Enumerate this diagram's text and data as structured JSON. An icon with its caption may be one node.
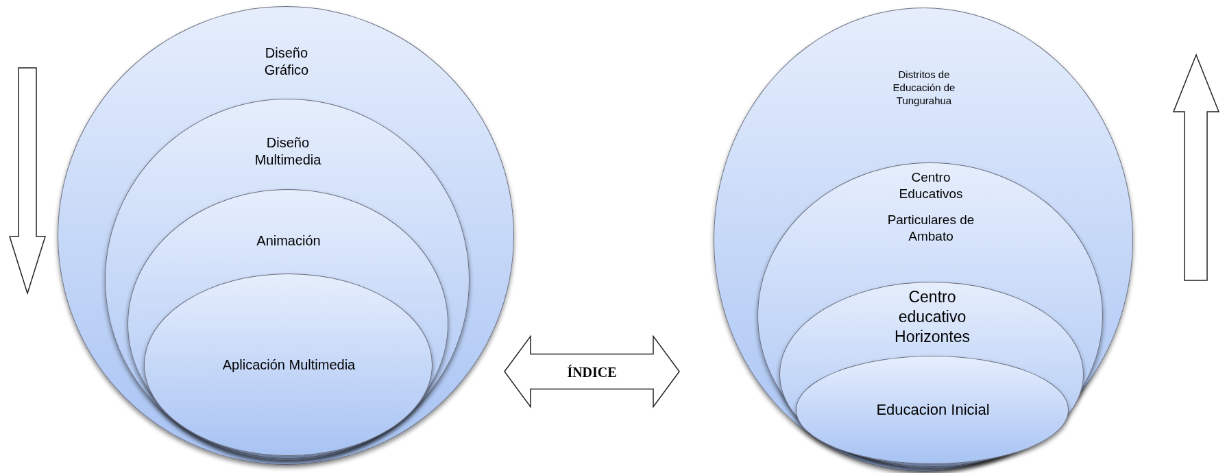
{
  "diagram": {
    "nodes": [
      {
        "text": [
          "Diseño Gráfico"
        ]
      },
      {
        "text": [
          "Diseño Multimedia"
        ],
        "in": 0
      },
      {
        "text": [
          "Animación"
        ],
        "in": 1
      },
      {
        "text": [
          "Aplicación Multimedia"
        ],
        "in": 2
      },
      {
        "text": [
          "Distritos de Educación de Tungurahua"
        ]
      },
      {
        "text": [
          "Centro Educativos",
          "Particulares de Ambato"
        ],
        "in": 4
      },
      {
        "text": [
          "Centro educativo Horizontes"
        ],
        "in": 5
      },
      {
        "text": [
          "Educacion Inicial"
        ],
        "in": 6
      }
    ],
    "edges": [
      {
        "from": 0,
        "to": 4,
        "arrow": "both",
        "label": "ÍNDICE"
      }
    ]
  }
}
